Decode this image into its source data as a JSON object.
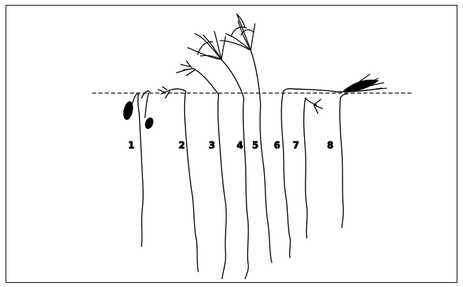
{
  "figure": {
    "seedling_labels": [
      "1",
      "2",
      "3",
      "4",
      "5",
      "6",
      "7",
      "8"
    ]
  },
  "colors": {
    "ink": "#000000",
    "background": "#ffffff"
  }
}
